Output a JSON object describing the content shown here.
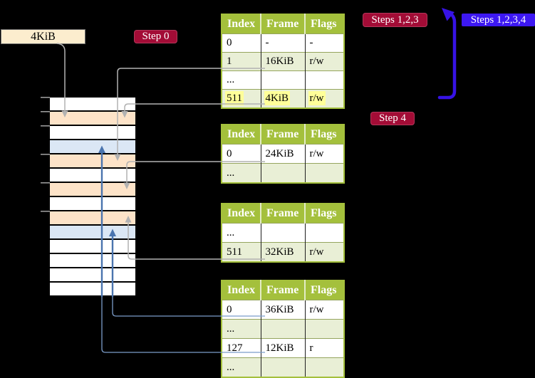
{
  "labels": {
    "page_size": "4KiB",
    "step0": "Step 0",
    "steps123": "Steps 1,2,3",
    "steps1234": "Steps 1,2,3,4",
    "step4": "Step 4"
  },
  "colors": {
    "badge_red": "#a30c36",
    "badge_blue": "#3d18f2",
    "table_header_green": "#a4c03c",
    "table_row_green": "#e9efd6",
    "highlight_yellow": "#ffff99",
    "memory_orange": "#fde3c8",
    "memory_blue": "#dbe7f5",
    "page_size_box_cream": "#fcedce",
    "arrow_gray": "#b2b2b2",
    "arrow_steel_blue": "#4a74ae",
    "loop_arrow_blue": "#3713e6"
  },
  "memory": {
    "rows": [
      {
        "fill": "white"
      },
      {
        "fill": "orange"
      },
      {
        "fill": "white"
      },
      {
        "fill": "blue"
      },
      {
        "fill": "orange"
      },
      {
        "fill": "white"
      },
      {
        "fill": "orange"
      },
      {
        "fill": "white"
      },
      {
        "fill": "orange"
      },
      {
        "fill": "blue"
      },
      {
        "fill": "white"
      },
      {
        "fill": "white"
      },
      {
        "fill": "white"
      },
      {
        "fill": "white"
      }
    ]
  },
  "tables": [
    {
      "headers": [
        "Index",
        "Frame",
        "Flags"
      ],
      "rows": [
        {
          "cells": [
            {
              "t": "0"
            },
            {
              "t": "-"
            },
            {
              "t": "-"
            }
          ]
        },
        {
          "shade": "g",
          "cells": [
            {
              "t": "1"
            },
            {
              "t": "16KiB"
            },
            {
              "t": "r/w"
            }
          ]
        },
        {
          "cells": [
            {
              "t": "..."
            },
            {
              "t": ""
            },
            {
              "t": ""
            }
          ]
        },
        {
          "shade": "g",
          "cells": [
            {
              "t": "511",
              "hl": "y"
            },
            {
              "t": "4KiB",
              "hl": "y"
            },
            {
              "t": "r/w",
              "hl": "y"
            }
          ]
        }
      ]
    },
    {
      "headers": [
        "Index",
        "Frame",
        "Flags"
      ],
      "rows": [
        {
          "cells": [
            {
              "t": "0"
            },
            {
              "t": "24KiB"
            },
            {
              "t": "r/w"
            }
          ]
        },
        {
          "shade": "g",
          "cells": [
            {
              "t": "..."
            },
            {
              "t": ""
            },
            {
              "t": ""
            }
          ]
        }
      ]
    },
    {
      "headers": [
        "Index",
        "Frame",
        "Flags"
      ],
      "rows": [
        {
          "cells": [
            {
              "t": "..."
            },
            {
              "t": ""
            },
            {
              "t": ""
            }
          ]
        },
        {
          "shade": "g",
          "cells": [
            {
              "t": "511"
            },
            {
              "t": "32KiB"
            },
            {
              "t": "r/w"
            }
          ]
        }
      ]
    },
    {
      "headers": [
        "Index",
        "Frame",
        "Flags"
      ],
      "rows": [
        {
          "cells": [
            {
              "t": "0"
            },
            {
              "t": "36KiB"
            },
            {
              "t": "r/w"
            }
          ]
        },
        {
          "shade": "g",
          "cells": [
            {
              "t": "..."
            },
            {
              "t": ""
            },
            {
              "t": ""
            }
          ]
        },
        {
          "cells": [
            {
              "t": "127"
            },
            {
              "t": "12KiB"
            },
            {
              "t": "r"
            }
          ]
        },
        {
          "shade": "g",
          "cells": [
            {
              "t": "..."
            },
            {
              "t": ""
            },
            {
              "t": ""
            }
          ]
        }
      ]
    }
  ]
}
